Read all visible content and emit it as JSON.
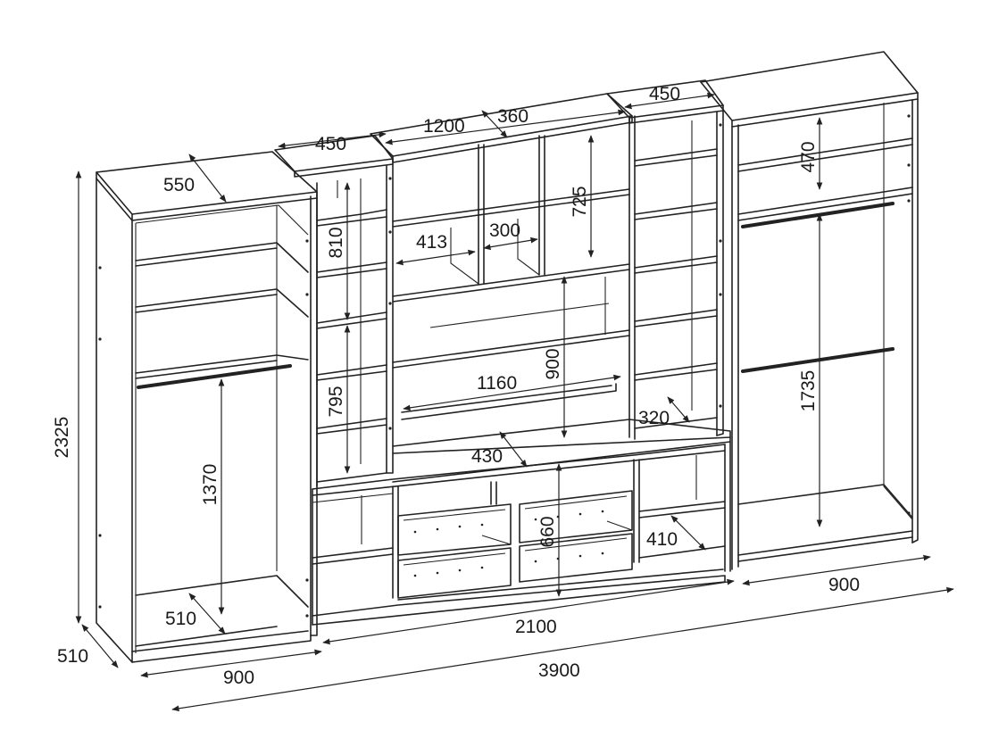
{
  "labels": {
    "height_total": "2325",
    "depth_side": "510",
    "width_left": "900",
    "width_middle": "2100",
    "width_total": "3900",
    "width_right": "900",
    "depth_left_top": "550",
    "depth_narrow_left": "450",
    "width_center": "1200",
    "width_center_section": "360",
    "depth_narrow_right": "450",
    "height_right_top": "470",
    "height_narrow_upper": "810",
    "height_narrow_lower": "795",
    "height_wardrobe_left": "1370",
    "depth_wardrobe_left": "510",
    "niche_413": "413",
    "niche_300": "300",
    "height_top_niche": "725",
    "height_tv_niche": "900",
    "width_tv_niche": "1160",
    "depth_right_narrow_shelf": "320",
    "depth_base": "430",
    "height_drawers": "660",
    "depth_base_right": "410",
    "height_wardrobe_right": "1735"
  }
}
